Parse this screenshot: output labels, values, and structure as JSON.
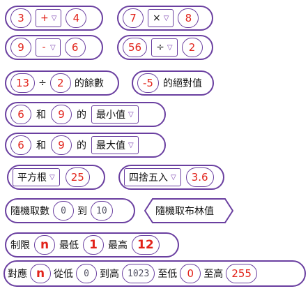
{
  "row1": {
    "add": {
      "a": "3",
      "op": "+",
      "b": "4"
    },
    "mul": {
      "a": "7",
      "op": "×",
      "b": "8"
    }
  },
  "row2": {
    "sub": {
      "a": "9",
      "op": "-",
      "b": "6"
    },
    "div": {
      "a": "56",
      "op": "÷",
      "b": "2"
    }
  },
  "row3": {
    "mod": {
      "a": "13",
      "op": "÷",
      "b": "2",
      "suffix": "的餘數"
    },
    "abs": {
      "a": "-5",
      "suffix": "的絕對值"
    }
  },
  "min_block": {
    "a": "6",
    "and": "和",
    "b": "9",
    "of": "的",
    "func": "最小值"
  },
  "max_block": {
    "a": "6",
    "and": "和",
    "b": "9",
    "of": "的",
    "func": "最大值"
  },
  "row6": {
    "sqrt": {
      "func": "平方根",
      "value": "25"
    },
    "round": {
      "func": "四捨五入",
      "value": "3.6"
    }
  },
  "row7": {
    "random": {
      "label": "隨機取數",
      "from": "0",
      "to_label": "到",
      "to": "10"
    },
    "random_bool": {
      "label": "隨機取布林值"
    }
  },
  "constrain": {
    "label": "制限",
    "value": "n",
    "low_label": "最低",
    "low": "1",
    "high_label": "最高",
    "high": "12"
  },
  "map": {
    "label": "對應",
    "value": "n",
    "from_low_label": "從低",
    "from_low": "0",
    "from_high_label": "到高",
    "from_high": "1023",
    "to_low_label": "至低",
    "to_low": "0",
    "to_high_label": "至高",
    "to_high": "255"
  },
  "icons": {
    "dropdown": "chevron-down-icon"
  },
  "colors": {
    "border": "#6a3fa0",
    "value_text": "#e2231a",
    "input_text": "#556677"
  }
}
